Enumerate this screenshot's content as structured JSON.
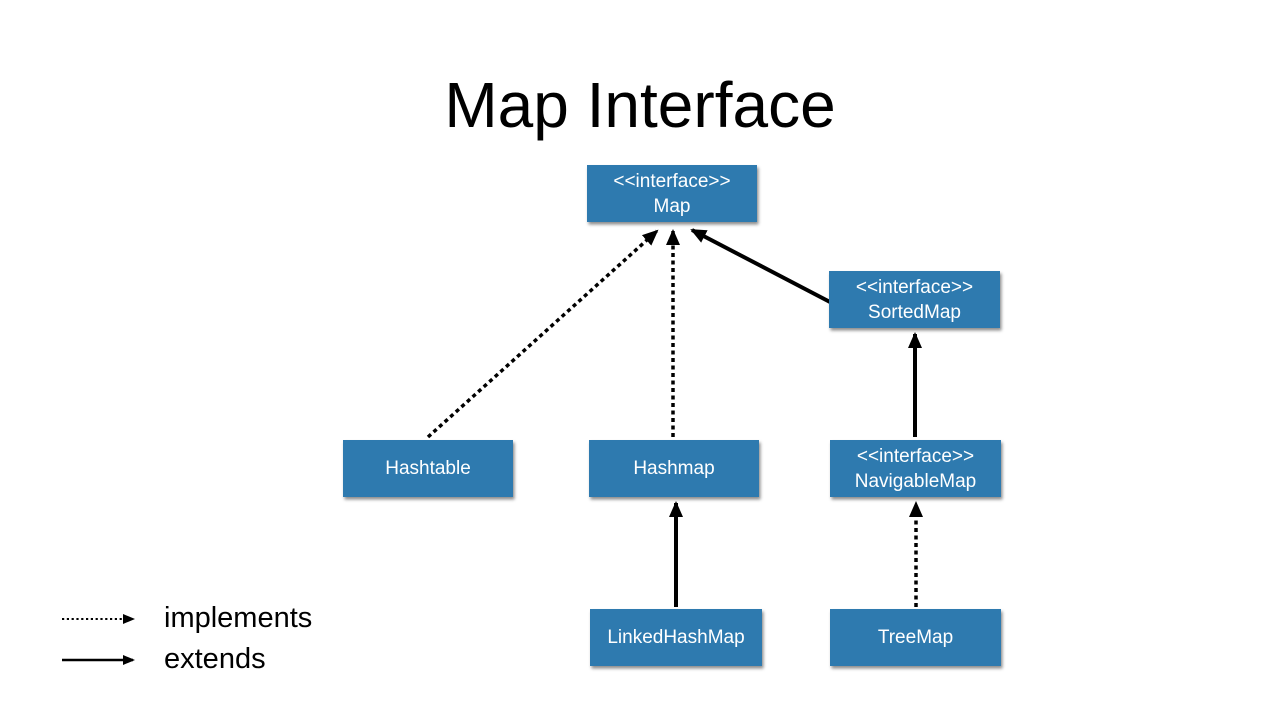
{
  "title": "Map Interface",
  "colors": {
    "box_fill": "#2E7AAF",
    "box_text": "#FFFFFF",
    "arrow": "#000000",
    "background": "#FFFFFF"
  },
  "nodes": {
    "map": {
      "stereotype": "<<interface>>",
      "name": "Map"
    },
    "sortedmap": {
      "stereotype": "<<interface>>",
      "name": "SortedMap"
    },
    "hashtable": {
      "name": "Hashtable"
    },
    "hashmap": {
      "name": "Hashmap"
    },
    "navigablemap": {
      "stereotype": "<<interface>>",
      "name": "NavigableMap"
    },
    "linkedhashmap": {
      "name": "LinkedHashMap"
    },
    "treemap": {
      "name": "TreeMap"
    }
  },
  "edges": [
    {
      "from": "Hashtable",
      "to": "Map",
      "relation": "implements",
      "line_style": "dotted"
    },
    {
      "from": "Hashmap",
      "to": "Map",
      "relation": "implements",
      "line_style": "dotted"
    },
    {
      "from": "SortedMap",
      "to": "Map",
      "relation": "extends",
      "line_style": "solid"
    },
    {
      "from": "NavigableMap",
      "to": "SortedMap",
      "relation": "extends",
      "line_style": "solid"
    },
    {
      "from": "LinkedHashMap",
      "to": "Hashmap",
      "relation": "extends",
      "line_style": "solid"
    },
    {
      "from": "TreeMap",
      "to": "NavigableMap",
      "relation": "implements",
      "line_style": "dotted"
    }
  ],
  "legend": {
    "implements_label": "implements",
    "extends_label": "extends"
  }
}
